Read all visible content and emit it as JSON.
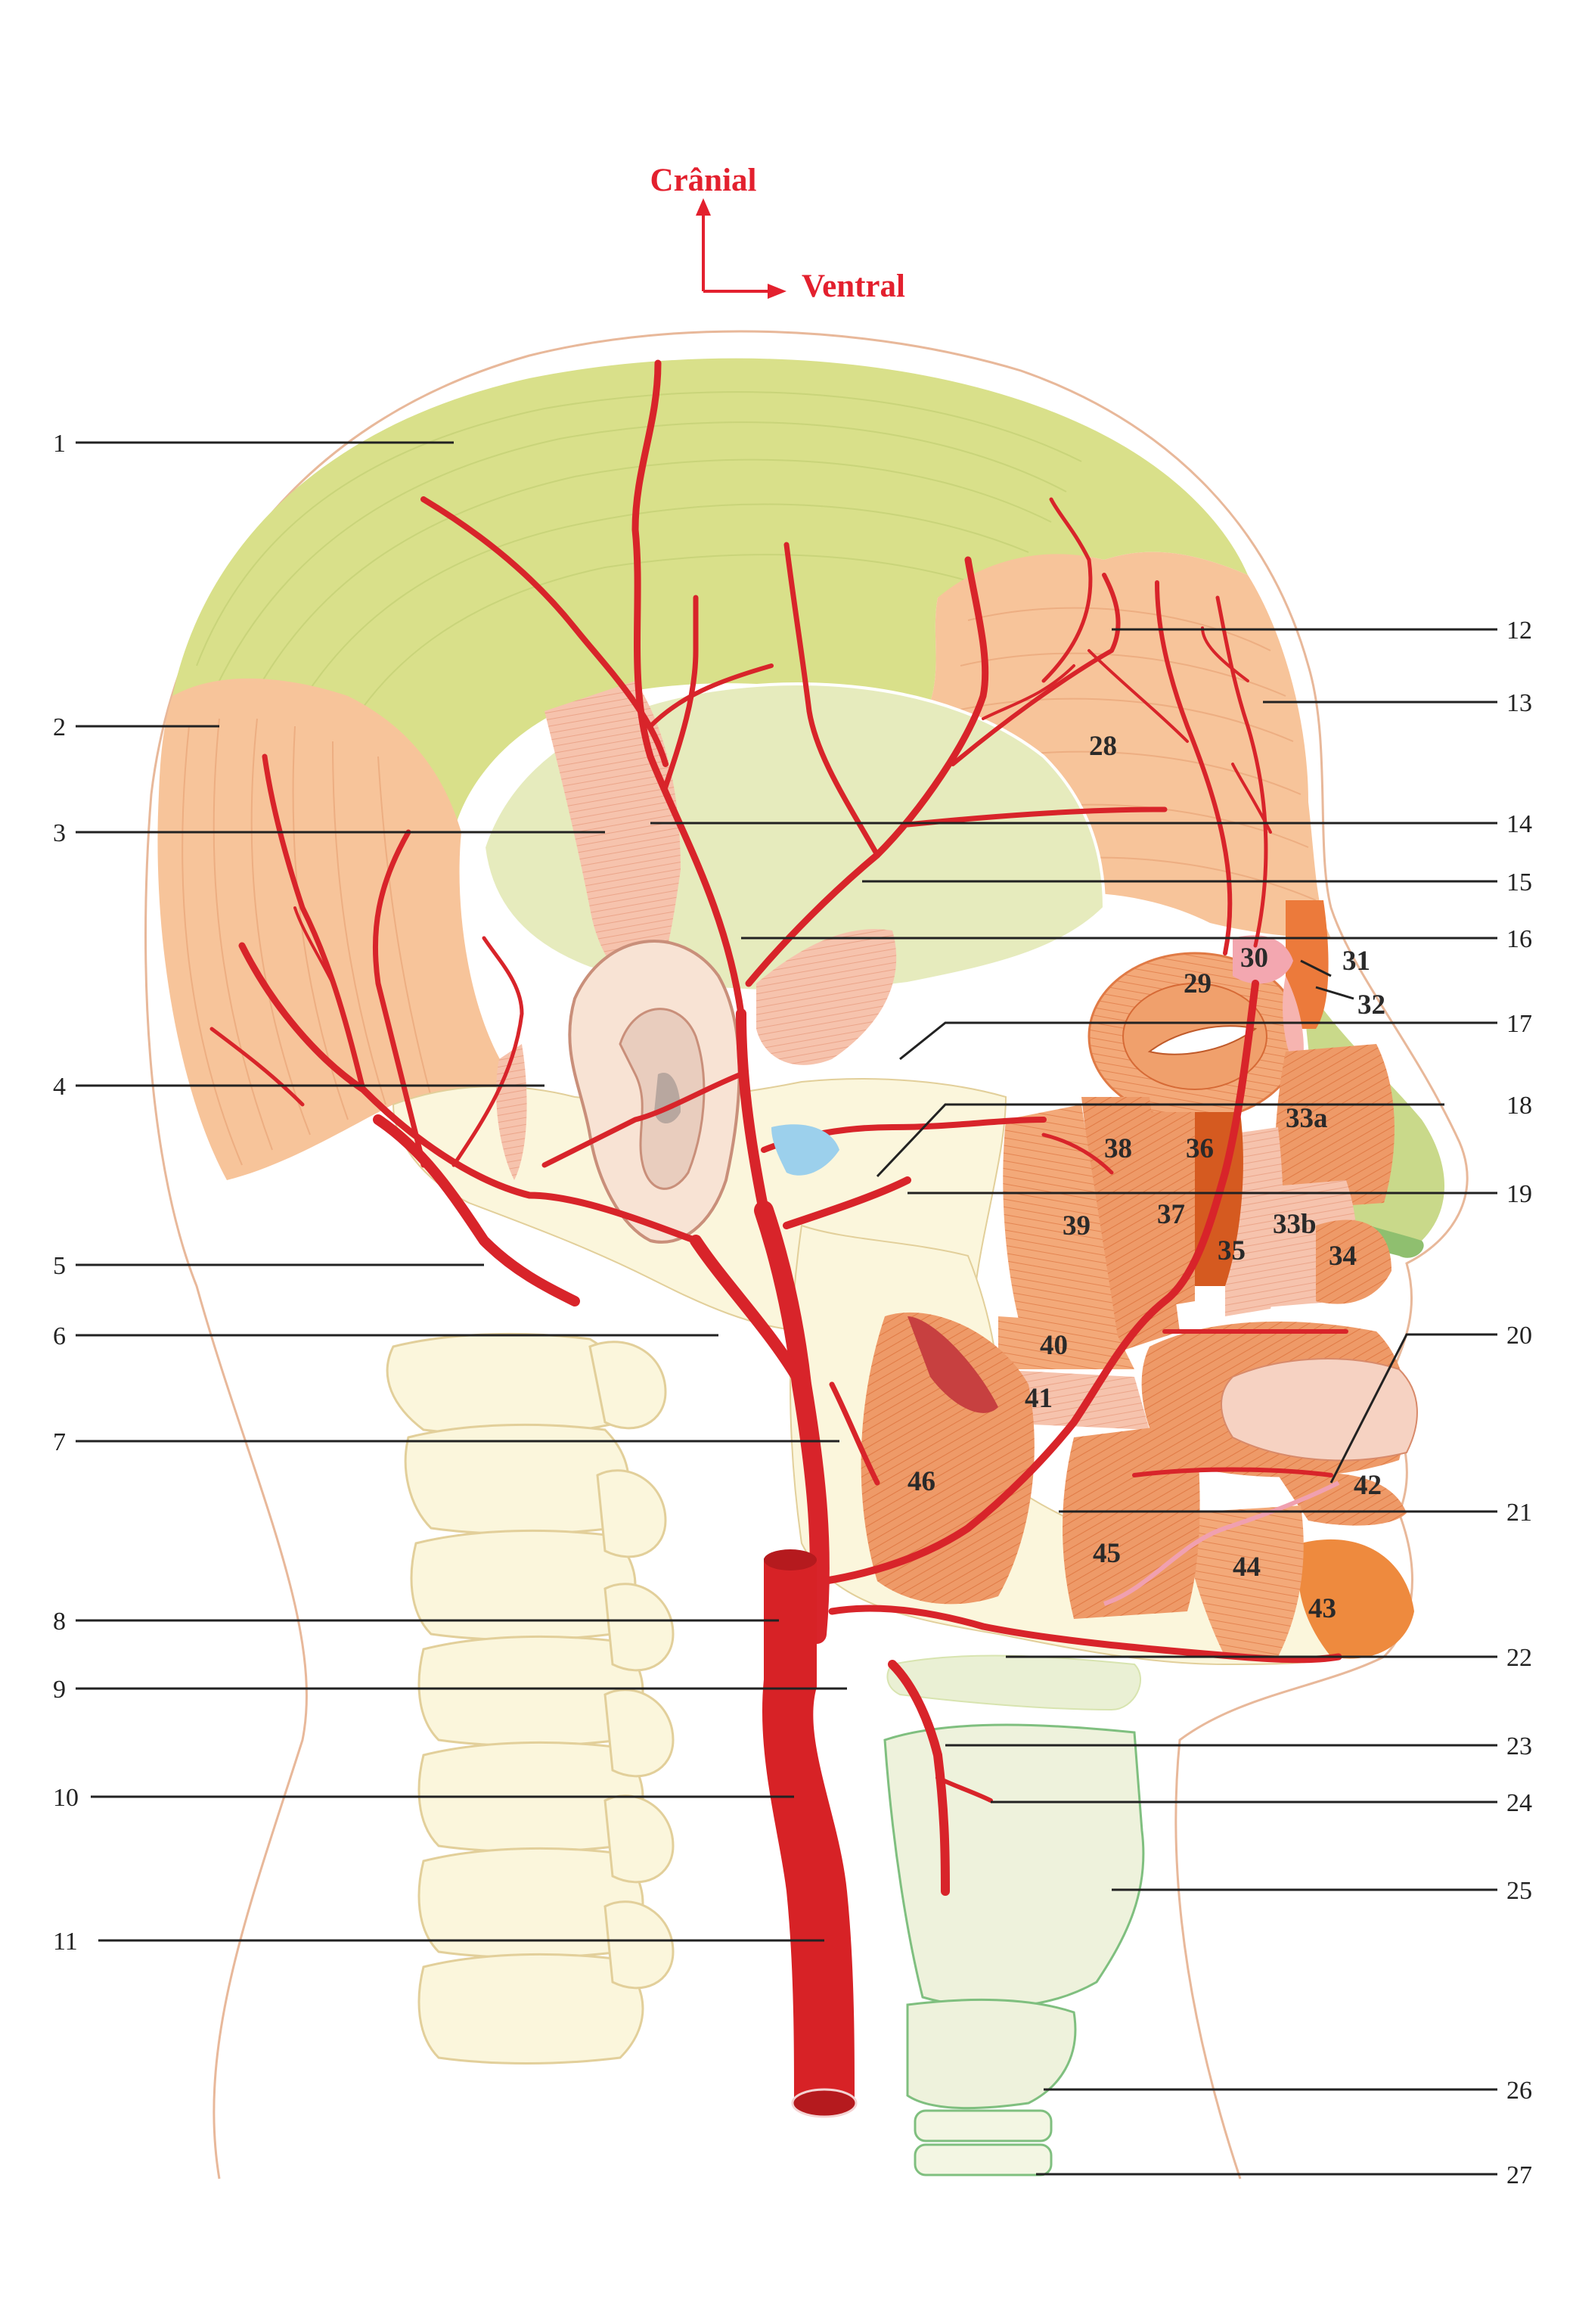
{
  "orientation": {
    "up": "Crânial",
    "right": "Ventral"
  },
  "colors": {
    "artery": "#d8242a",
    "vein_trunk": "#d72226",
    "bone": "#fbf6dc",
    "bone_outline": "#e2cf9a",
    "muscle": "#f7c49a",
    "muscle_dark": "#eb7a3b",
    "skull_cap": "#d9e08a",
    "skin_outline": "#e8b89a",
    "cartilage": "#eaf0d4"
  },
  "leader_labels_left": [
    "1",
    "2",
    "3",
    "4",
    "5",
    "6",
    "7",
    "8",
    "9",
    "10",
    "11"
  ],
  "leader_labels_right": [
    "12",
    "13",
    "14",
    "15",
    "16",
    "17",
    "18",
    "19",
    "20",
    "21",
    "22",
    "23",
    "24",
    "25",
    "26",
    "27"
  ],
  "structure_labels": [
    "28",
    "29",
    "30",
    "31",
    "32",
    "33a",
    "36",
    "38",
    "39",
    "37",
    "33b",
    "35",
    "34",
    "40",
    "41",
    "46",
    "42",
    "45",
    "44",
    "43"
  ]
}
